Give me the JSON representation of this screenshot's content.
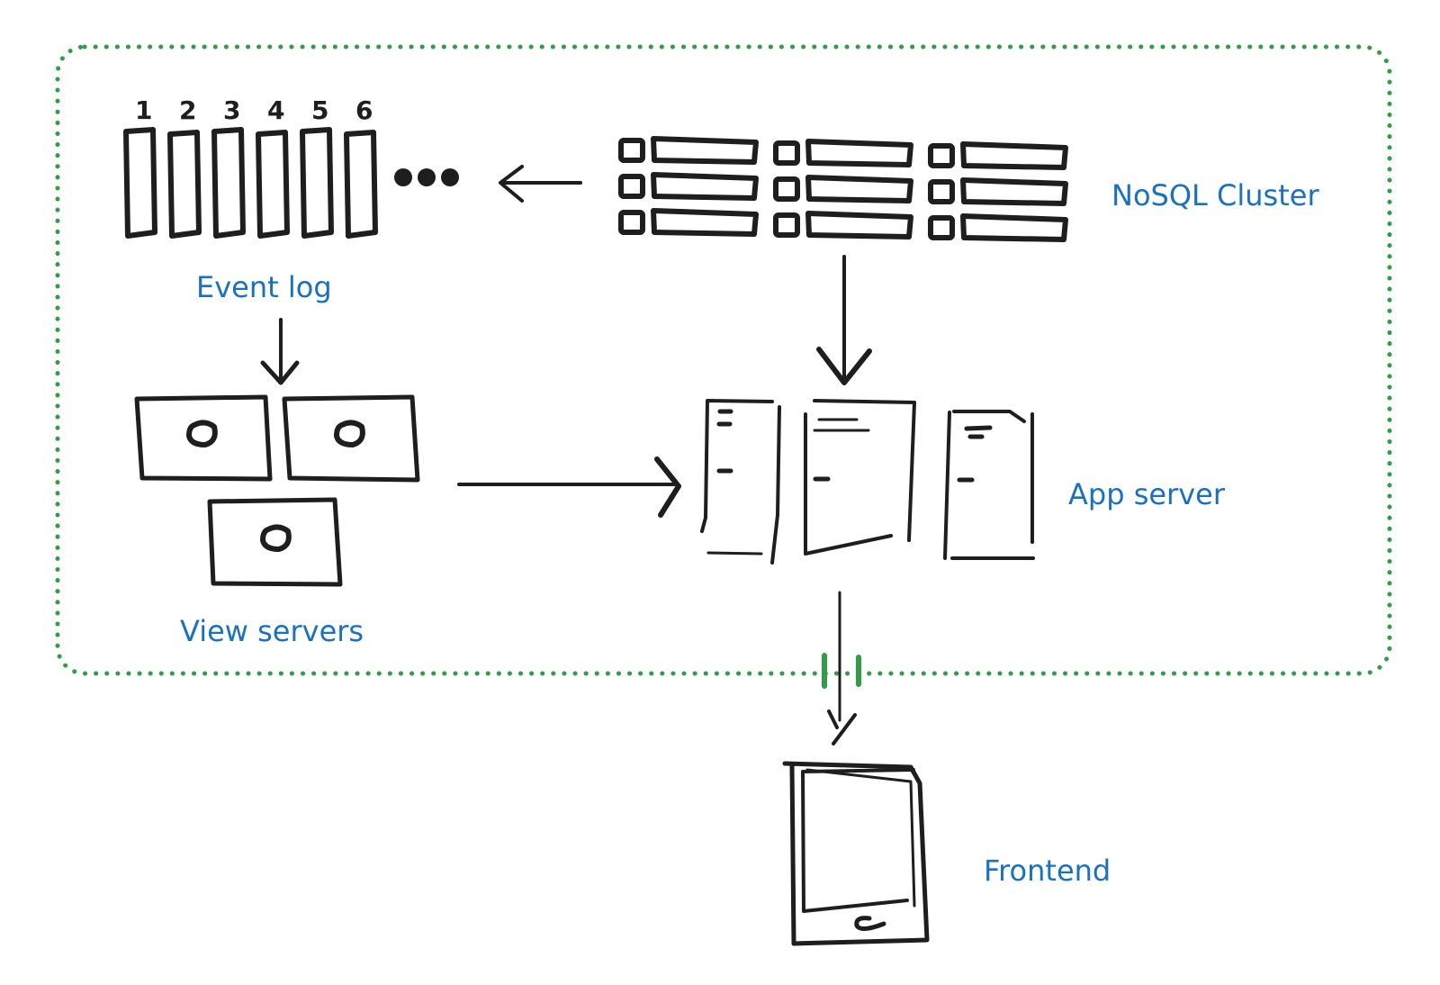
{
  "diagram": {
    "boundary_color": "#2f9e44",
    "label_color": "#1971c2",
    "ink_color": "#1e1e1e",
    "components": {
      "event_log": {
        "label": "Event log",
        "partitions": [
          "1",
          "2",
          "3",
          "4",
          "5",
          "6"
        ],
        "continuation": "..."
      },
      "nosql_cluster": {
        "label": "NoSQL Cluster",
        "nodes": 9
      },
      "view_servers": {
        "label": "View servers",
        "servers": 3
      },
      "app_server": {
        "label": "App server",
        "instances": 3
      },
      "frontend": {
        "label": "Frontend"
      }
    },
    "edges": [
      {
        "from": "nosql_cluster",
        "to": "event_log"
      },
      {
        "from": "event_log",
        "to": "view_servers"
      },
      {
        "from": "nosql_cluster",
        "to": "app_server"
      },
      {
        "from": "view_servers",
        "to": "app_server"
      },
      {
        "from": "app_server",
        "to": "frontend",
        "crosses_boundary": true
      }
    ]
  }
}
